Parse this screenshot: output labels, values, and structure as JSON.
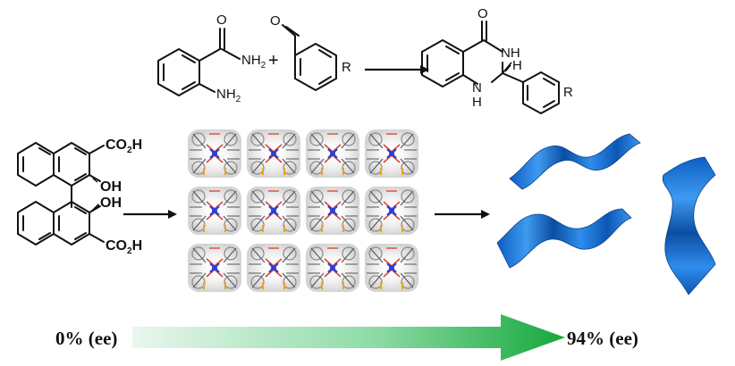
{
  "reaction": {
    "plus": "+",
    "reactant1": {
      "amide": "NH",
      "amide_sub": "2",
      "amine": "NH",
      "amine_sub": "2"
    },
    "reactant2": {
      "carbonyl_o": "O",
      "substituent": "R"
    },
    "product": {
      "carbonyl_o": "O",
      "nh_top": "NH",
      "nh_bottom_n": "N",
      "nh_bottom_h": "H",
      "stereo_h": "H",
      "substituent": "R"
    }
  },
  "ligand": {
    "top_acid": "CO",
    "top_acid_sub": "2",
    "top_acid_h": "H",
    "top_oh": "OH",
    "bottom_oh": "OH",
    "bottom_acid": "CO",
    "bottom_acid_sub": "2",
    "bottom_acid_h": "H"
  },
  "ee_scale": {
    "start_label": "0% (ee)",
    "end_label": "94% (ee)"
  },
  "colors": {
    "sheet_blue": "#1e7fe0",
    "sheet_dark": "#0b4fa8",
    "arrow_green": "#16a83c",
    "arrow_fade": "#e9f6ee",
    "framework_gray": "#9a9a9a",
    "metal_blue": "#2b3fd6",
    "oxygen_red": "#e0473a",
    "linker_orange": "#f0a020"
  },
  "framework_grid": {
    "rows": 3,
    "cols": 4
  }
}
